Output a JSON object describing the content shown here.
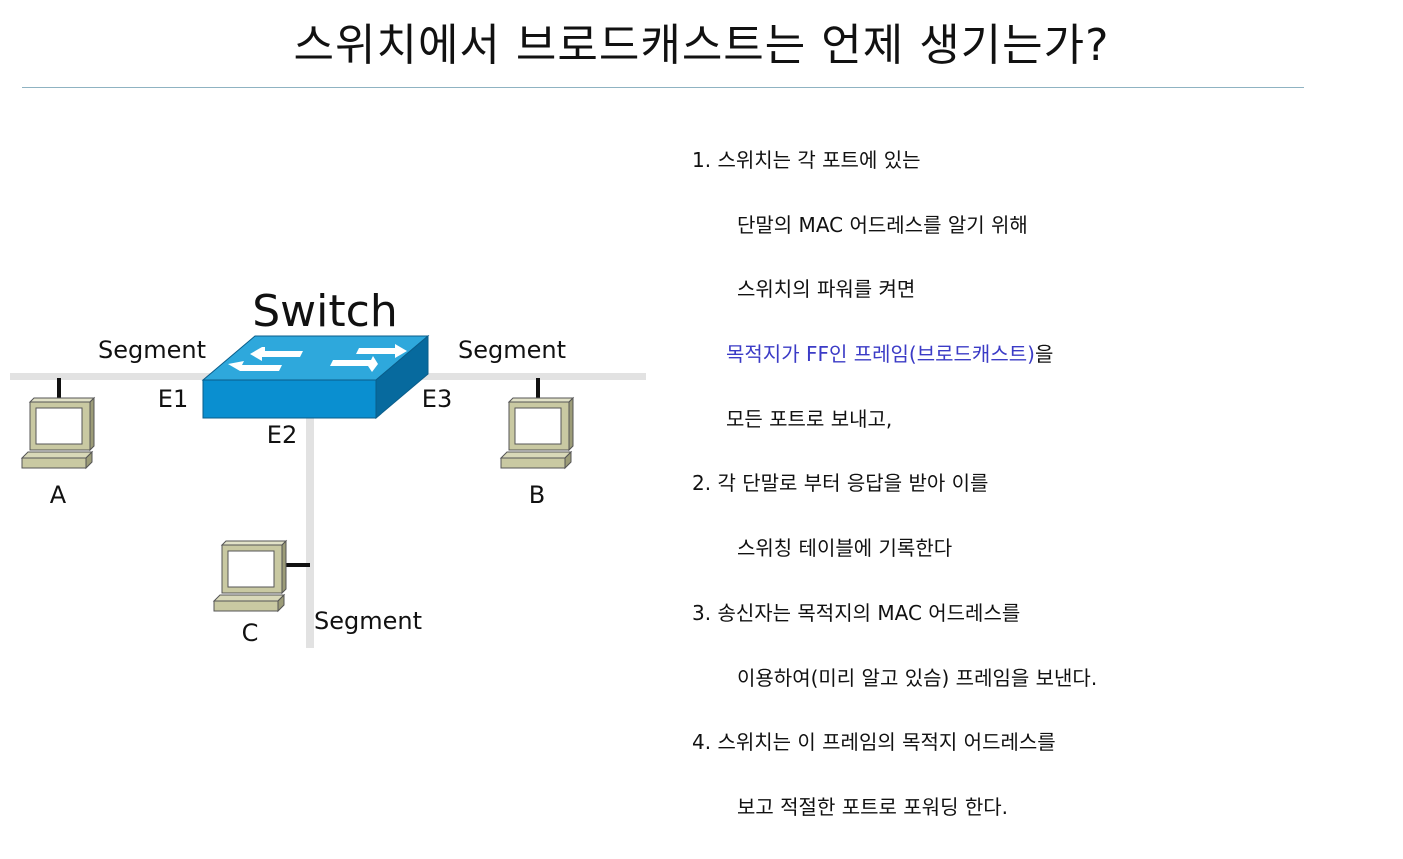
{
  "title": "스위치에서 브로드캐스트는 언제 생기는가?",
  "diagram": {
    "switch_label": "Switch",
    "segment_left": "Segment",
    "segment_right": "Segment",
    "segment_bottom": "Segment",
    "port_e1": "E1",
    "port_e2": "E2",
    "port_e3": "E3",
    "host_a": "A",
    "host_b": "B",
    "host_c": "C",
    "colors": {
      "switch_top": "#2ea8dc",
      "switch_front": "#0a8fd0",
      "switch_side": "#076a9e",
      "segment_line": "#e2e2e2",
      "pc_body": "#c9c9a2",
      "pc_screen": "#ffffff"
    }
  },
  "steps": {
    "s1_l1": "1. 스위치는 각 포트에 있는",
    "s1_l2": "단말의 MAC 어드레스를 알기 위해",
    "s1_l3": "스위치의 파워를 켜면",
    "s1_l4_highlight": "목적지가 FF인 프레임(브로드캐스트)",
    "s1_l4_rest": "을",
    "s1_l5": "모든 포트로 보내고,",
    "s2_l1": "2. 각 단말로 부터 응답을 받아 이를",
    "s2_l2": "스위칭 테이블에 기록한다",
    "s3_l1": "3. 송신자는 목적지의 MAC 어드레스를",
    "s3_l2": "이용하여(미리 알고 있슴) 프레임을 보낸다.",
    "s4_l1": "4. 스위치는 이 프레임의 목적지 어드레스를",
    "s4_l2": "보고 적절한 포트로 포워딩 한다.",
    "highlight_color": "#3b3bc6"
  }
}
